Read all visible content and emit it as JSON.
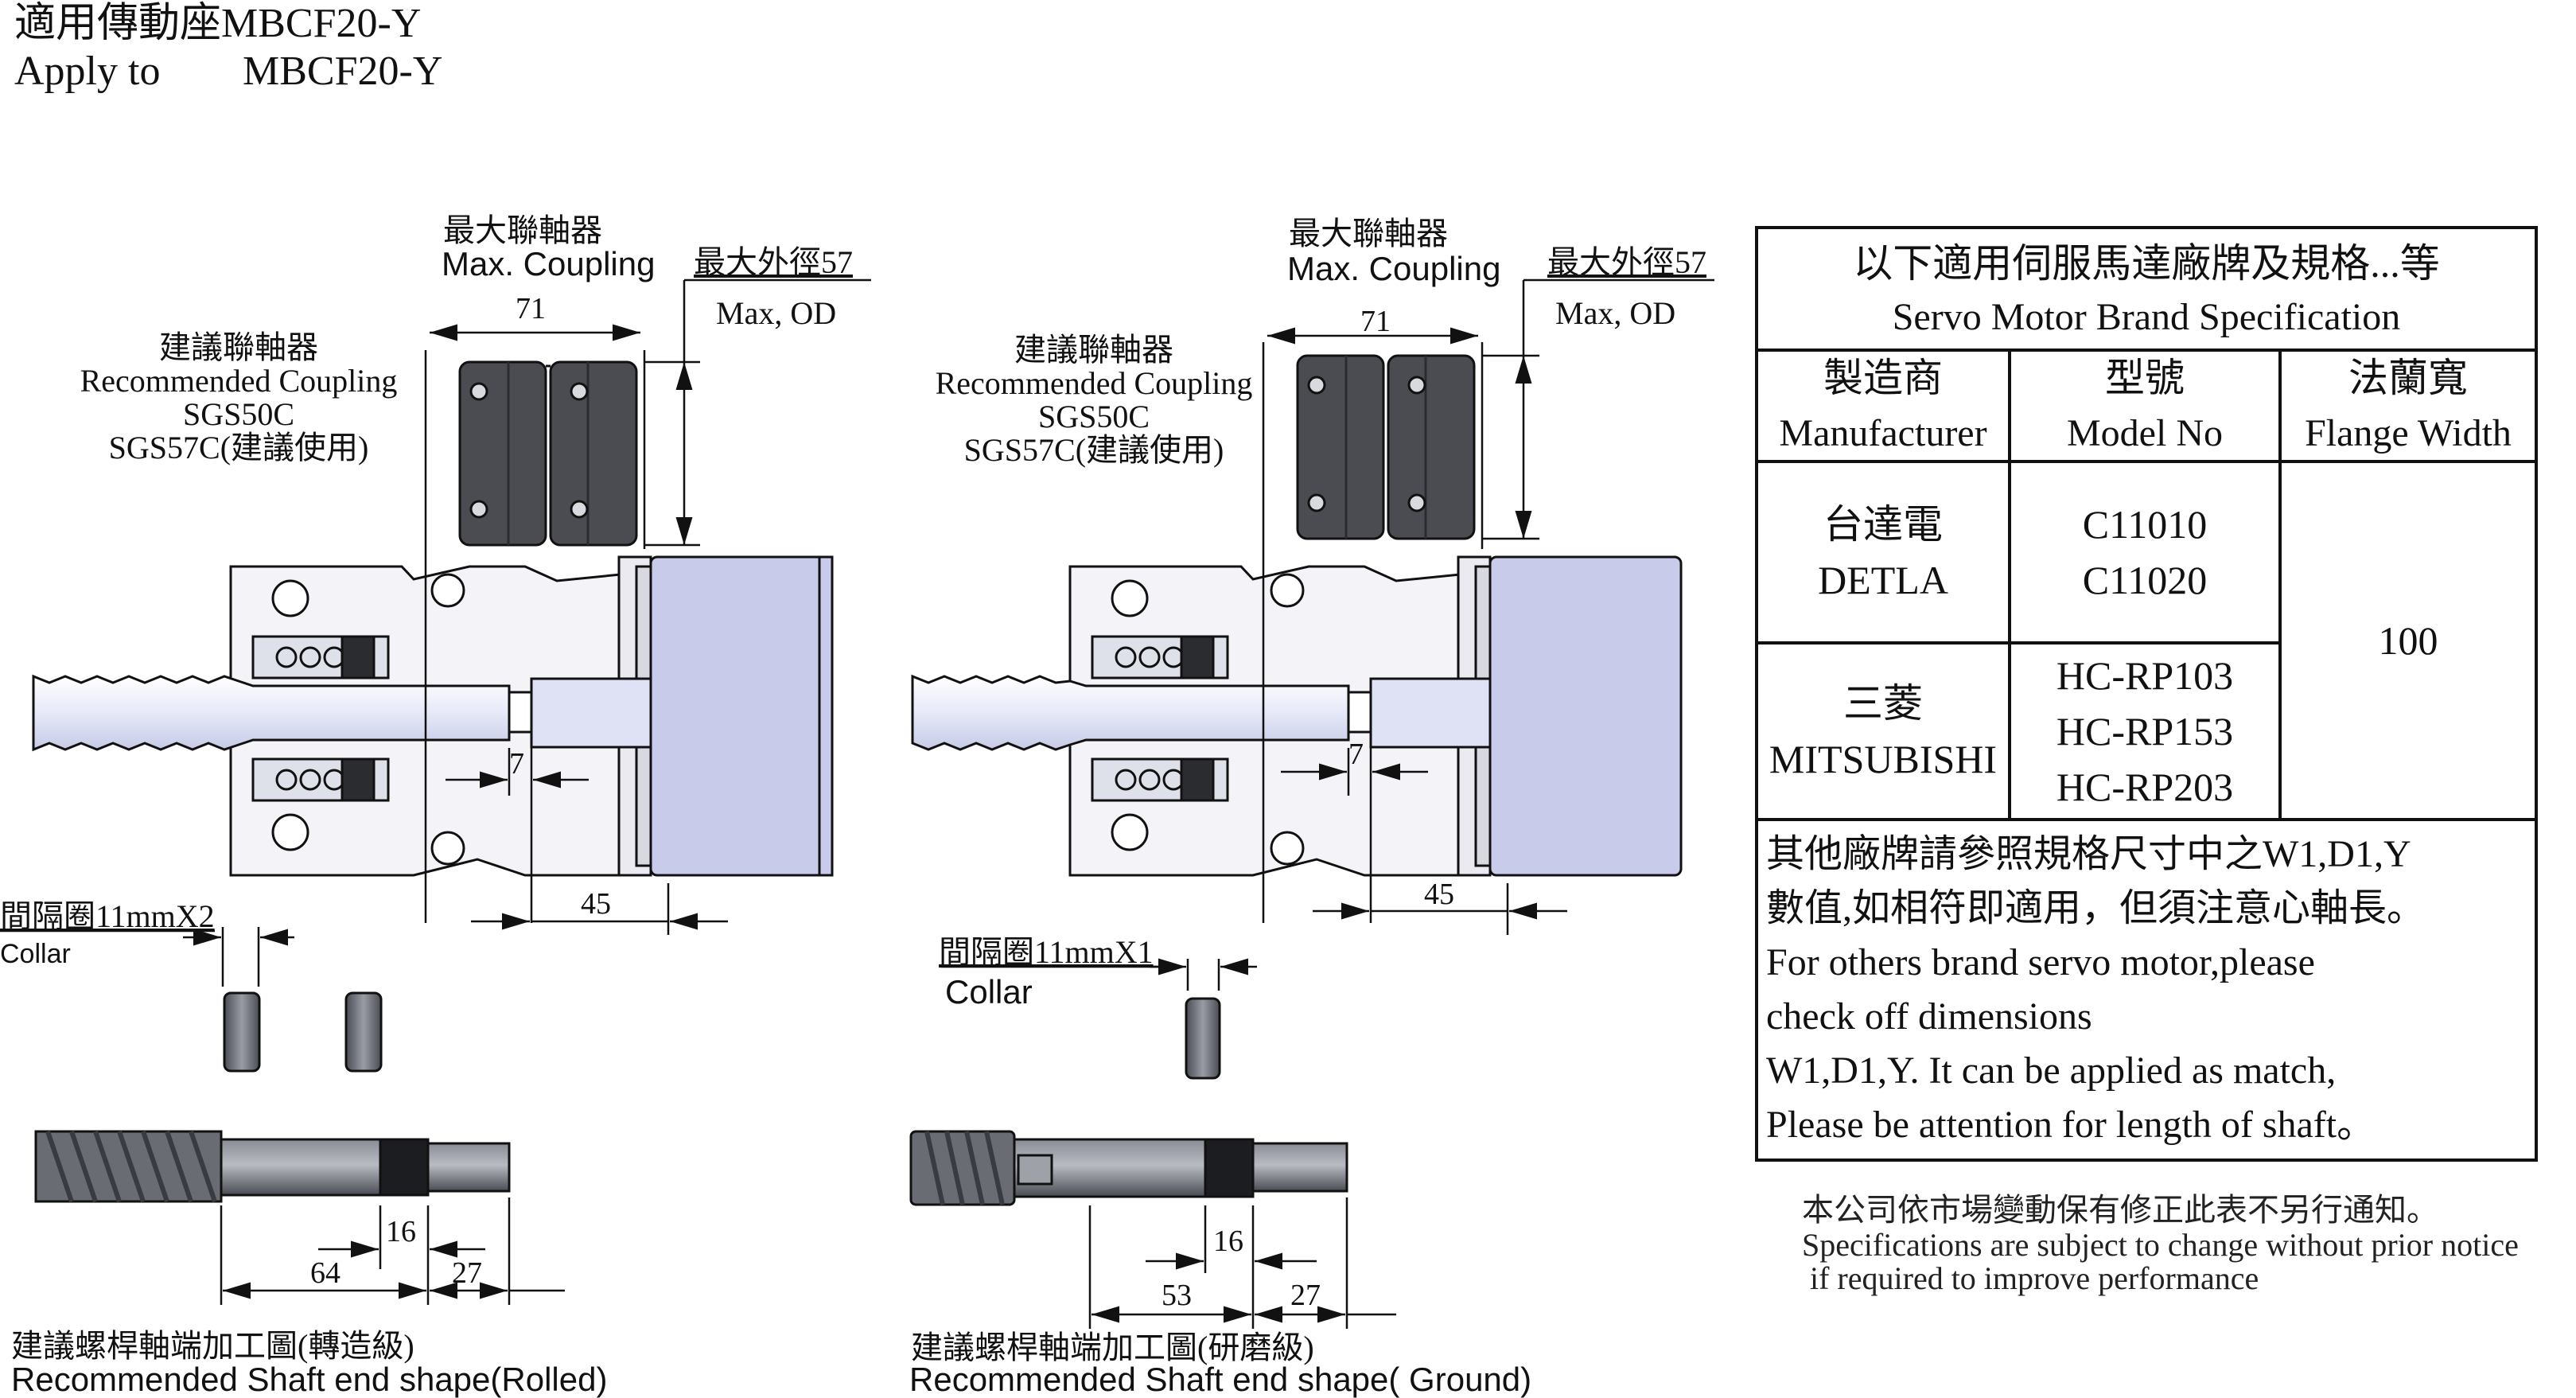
{
  "header": {
    "title_zh": "適用傳動座MBCF20-Y",
    "title_en_prefix": "Apply to",
    "title_en_model": "MBCF20-Y"
  },
  "left_drawing": {
    "max_coupling_zh": "最大聯軸器",
    "max_coupling_en": "Max. Coupling",
    "max_od_zh": "最大外徑57",
    "max_od_en": "Max, OD",
    "recommended_zh": "建議聯軸器",
    "recommended_en": "Recommended Coupling",
    "sgs50c": "SGS50C",
    "sgs57c": "SGS57C(建議使用)",
    "dim_71": "71",
    "dim_7": "7",
    "dim_45": "45",
    "collar_zh": "間隔圈11mmX2",
    "collar_en": "Collar",
    "dim_16": "16",
    "dim_64": "64",
    "dim_27": "27",
    "shaft_zh": "建議螺桿軸端加工圖(轉造級)",
    "shaft_en": "Recommended Shaft end shape(Rolled)"
  },
  "right_drawing": {
    "max_coupling_zh": "最大聯軸器",
    "max_coupling_en": "Max. Coupling",
    "max_od_zh": "最大外徑57",
    "max_od_en": "Max, OD",
    "recommended_zh": "建議聯軸器",
    "recommended_en": "Recommended Coupling",
    "sgs50c": "SGS50C",
    "sgs57c": "SGS57C(建議使用)",
    "dim_71": "71",
    "dim_7": "7",
    "dim_45": "45",
    "collar_zh": "間隔圈11mmX1",
    "collar_en": "Collar",
    "dim_16": "16",
    "dim_53": "53",
    "dim_27": "27",
    "shaft_zh": "建議螺桿軸端加工圖(研磨級)",
    "shaft_en": "Recommended Shaft end shape( Ground)"
  },
  "spec_table": {
    "title_zh": "以下適用伺服馬達廠牌及規格...等",
    "title_en": "Servo Motor Brand Specification",
    "col_manufacturer_zh": "製造商",
    "col_manufacturer_en": "Manufacturer",
    "col_model_zh": "型號",
    "col_model_en": "Model No",
    "col_flange_zh": "法蘭寬",
    "col_flange_en": "Flange Width",
    "rows": [
      {
        "maker_zh": "台達電",
        "maker_en": "DETLA",
        "models": [
          "C11010",
          "C11020"
        ]
      },
      {
        "maker_zh": "三菱",
        "maker_en": "MITSUBISHI",
        "models": [
          "HC-RP103",
          "HC-RP153",
          "HC-RP203"
        ]
      }
    ],
    "flange_value": "100",
    "note_lines": [
      "其他廠牌請參照規格尺寸中之W1,D1,Y",
      "數值,如相符即適用，但須注意心軸長。",
      "For others brand servo motor,please",
      "check off dimensions",
      "W1,D1,Y. It can be applied as match,",
      "Please be attention for length of shaft。"
    ]
  },
  "disclaimer": {
    "zh": "本公司依市場變動保有修正此表不另行通知。",
    "en1": "Specifications are subject to change without prior notice",
    "en2": " if required to improve performance"
  },
  "colors": {
    "motor_fill": "#c9cbeb",
    "shaft_fill": "#eef0fb",
    "coupling_dark": "#4a4c52",
    "collar_fill": "#6b6d75",
    "shaft_dark": "#595b63",
    "line": "#111111"
  }
}
